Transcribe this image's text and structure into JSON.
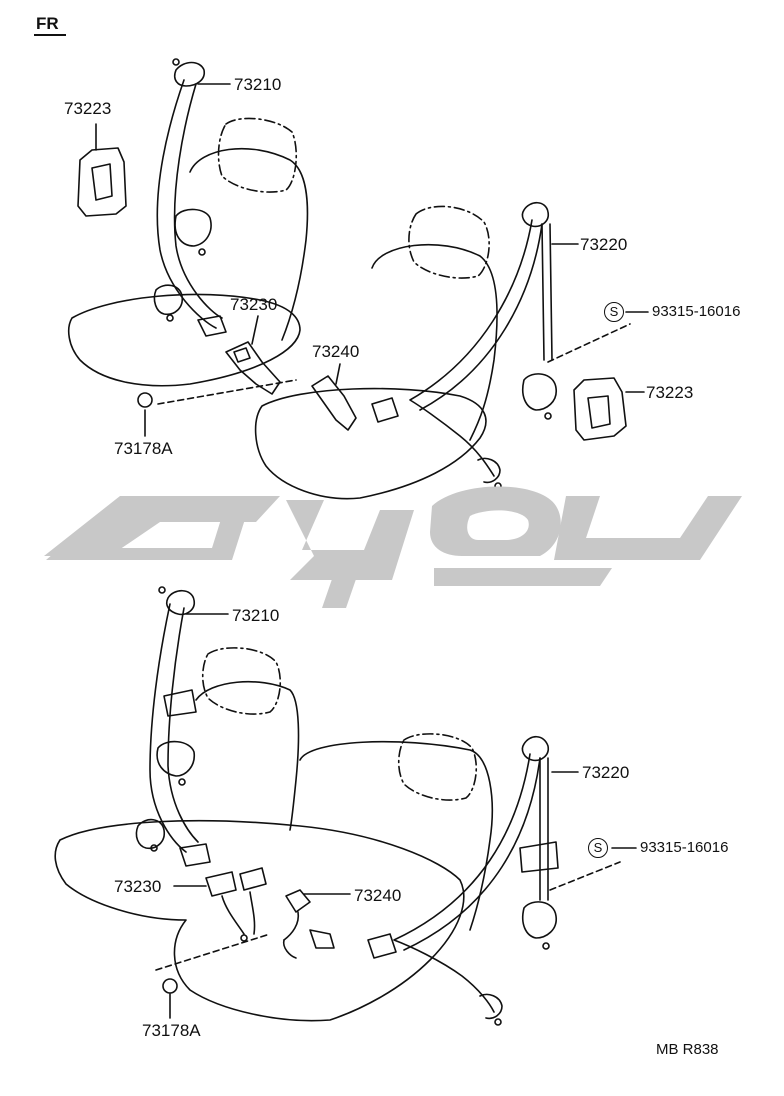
{
  "direction_label": "FR",
  "footer_code": "MB  R838",
  "top_group": {
    "labels": {
      "shoulder_belt_outer": "73210",
      "cover_left": "73223",
      "buckle_inner": "73230",
      "plug": "73178A",
      "center_buckle": "73240",
      "shoulder_belt_passenger": "73220",
      "bolt_code_symbol": "S",
      "bolt_code": "93315-16016",
      "cover_right": "73223"
    }
  },
  "bottom_group": {
    "labels": {
      "shoulder_belt_outer": "73210",
      "shoulder_belt_passenger": "73220",
      "bolt_code_symbol": "S",
      "bolt_code": "93315-16016",
      "buckle_inner": "73230",
      "center_buckle": "73240",
      "plug": "73178A"
    }
  },
  "watermark": {
    "color": "#c8c8c8"
  }
}
